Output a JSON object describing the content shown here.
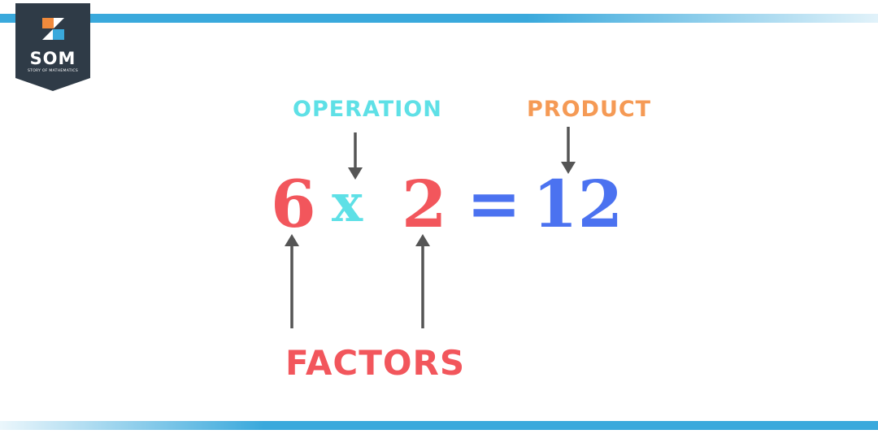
{
  "logo": {
    "name": "SOM",
    "subtitle": "STORY OF MATHEMATICS",
    "colors": {
      "badge": "#2f3b47",
      "orange": "#f08a3c",
      "blue": "#3aa9dc",
      "white": "#ffffff"
    }
  },
  "labels": {
    "operation": "OPERATION",
    "product": "PRODUCT",
    "factors": "FACTORS"
  },
  "equation": {
    "factor1": "6",
    "operator": "x",
    "factor2": "2",
    "equals": "=",
    "product": "12"
  },
  "colors": {
    "band": "#3aa9dc",
    "factor": "#f2565c",
    "operation": "#5ee0e6",
    "product_label": "#f59a55",
    "product_value": "#4b72f0",
    "arrow": "#555555"
  }
}
